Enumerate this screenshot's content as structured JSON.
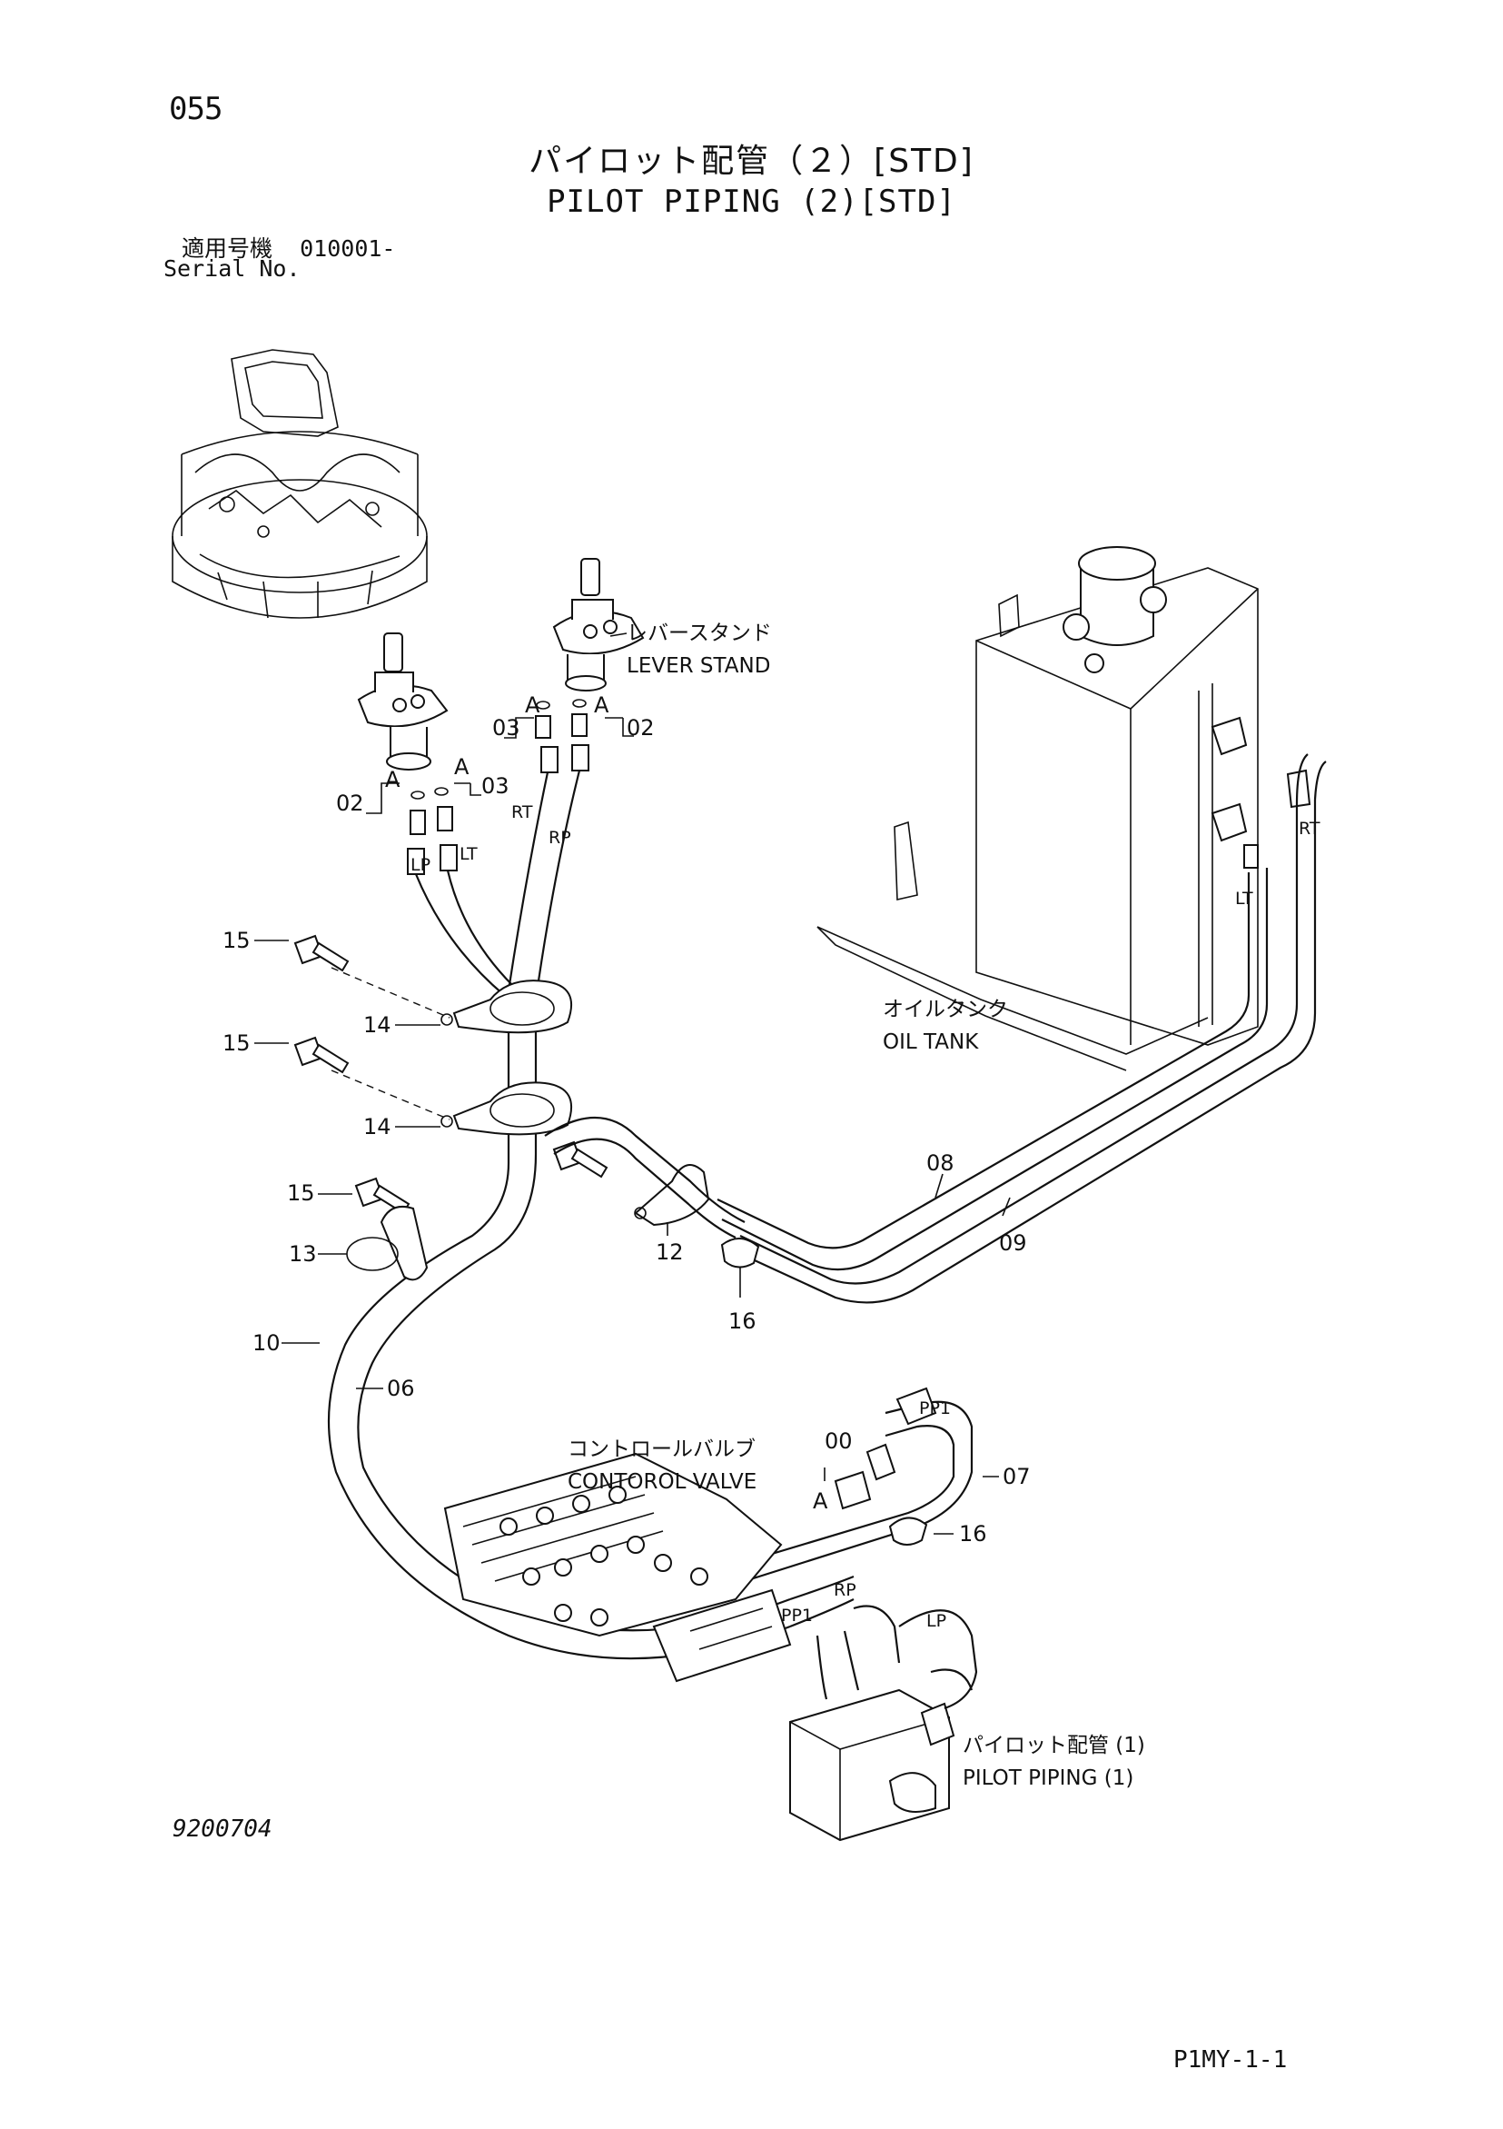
{
  "page": {
    "number": "055",
    "title_ja": "パイロット配管（２）[STD]",
    "title_en": "PILOT PIPING (2)[STD]",
    "serial_label_ja": "適用号機",
    "serial_value": "010001-",
    "serial_label_en": "Serial No.",
    "drawing_number": "9200704",
    "sheet_code": "P1MY-1-1"
  },
  "components": {
    "lever_stand_ja": "レバースタンド",
    "lever_stand_en": "LEVER STAND",
    "oil_tank_ja": "オイルタンク",
    "oil_tank_en": "OIL TANK",
    "control_valve_ja": "コントロールバルブ",
    "control_valve_en": "CONTOROL VALVE",
    "pilot_piping_ref_ja": "パイロット配管 (1)",
    "pilot_piping_ref_en": "PILOT PIPING (1)"
  },
  "parts": {
    "p00": "00",
    "p02": "02",
    "p03": "03",
    "p06": "06",
    "p07": "07",
    "p08": "08",
    "p09": "09",
    "p10": "10",
    "p12": "12",
    "p13": "13",
    "p14": "14",
    "p15": "15",
    "p16": "16",
    "detail": "A"
  },
  "ports": {
    "rt": "RT",
    "rp": "RP",
    "lp": "LP",
    "lt": "LT",
    "pp1": "PP1"
  }
}
